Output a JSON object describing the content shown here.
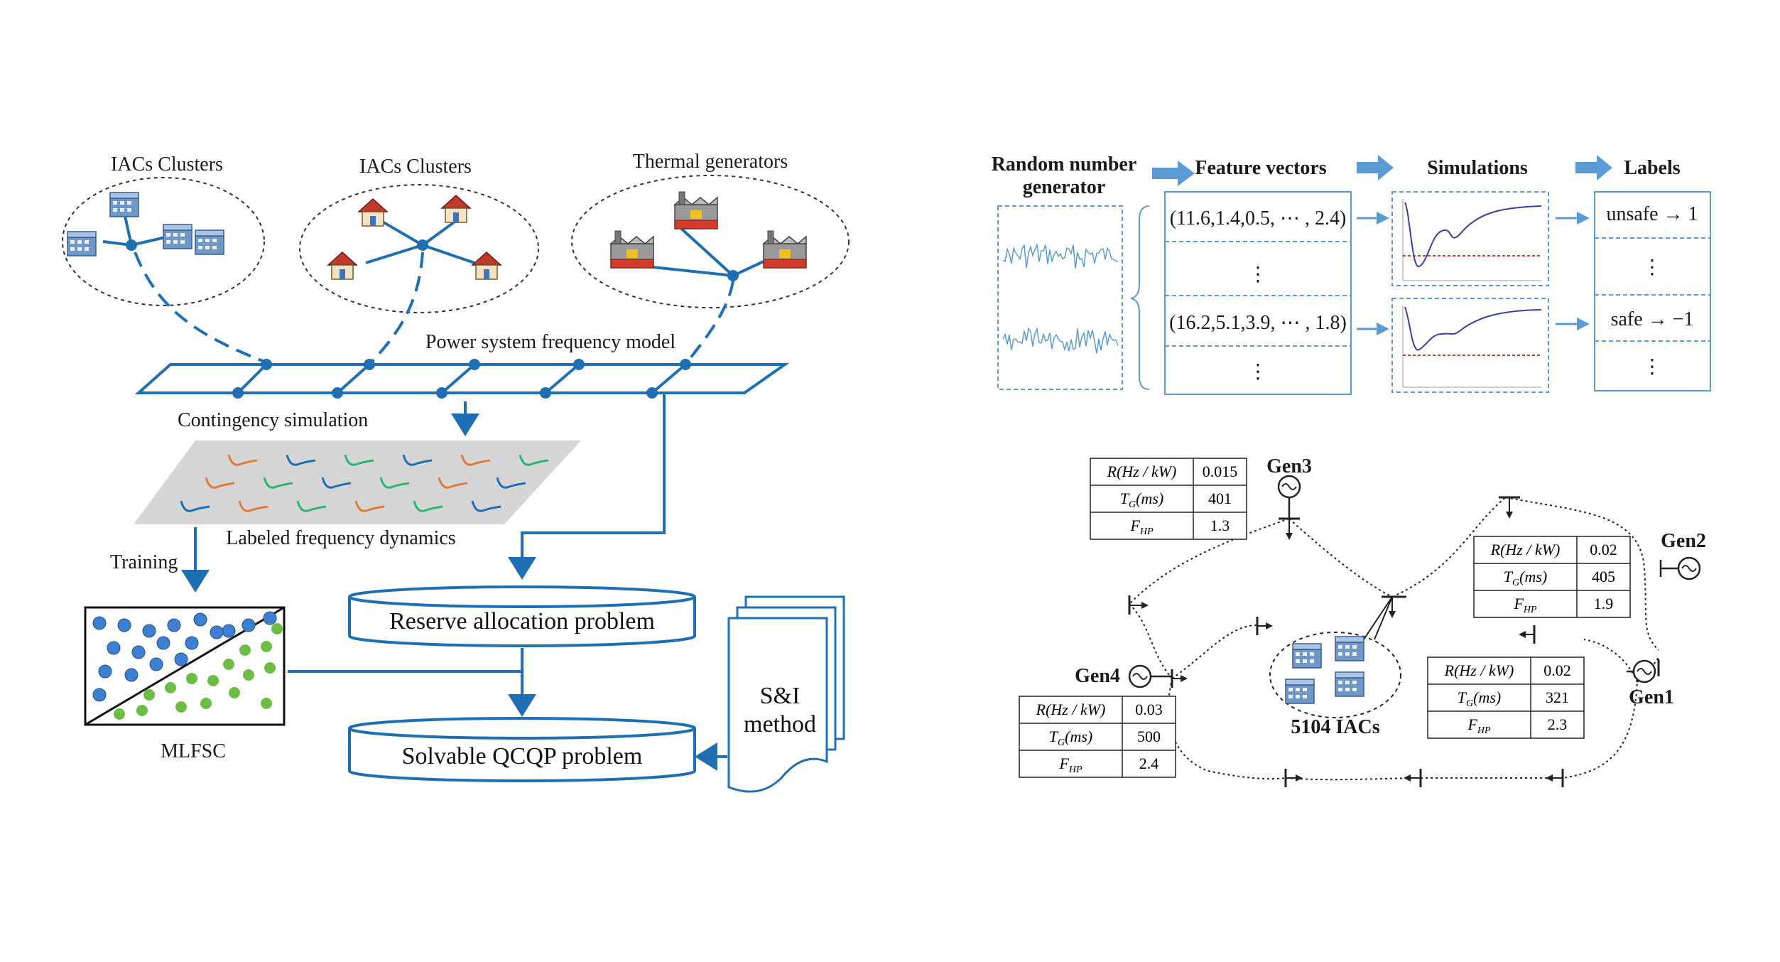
{
  "left": {
    "clusters": [
      {
        "label": "IACs Clusters",
        "icon": "building-icon"
      },
      {
        "label": "IACs Clusters",
        "icon": "house-icon"
      },
      {
        "label": "Thermal generators",
        "icon": "factory-icon"
      }
    ],
    "power_model_label": "Power system frequency model",
    "contingency_label": "Contingency  simulation",
    "labeled_label": "Labeled frequency dynamics",
    "training_label": "Training",
    "mlfsc_label": "MLFSC",
    "reserve_label": "Reserve allocation problem",
    "qcqp_label": "Solvable QCQP problem",
    "si_line1": "S&I",
    "si_line2": "method"
  },
  "top_right": {
    "headers": {
      "random_line1": "Random number",
      "random_line2": "generator",
      "features": "Feature vectors",
      "simulations": "Simulations",
      "labels": "Labels"
    },
    "vectors": [
      "(11.6,1.4,0.5, ⋯ , 2.4)",
      "(16.2,5.1,3.9, ⋯ , 1.8)"
    ],
    "ellipsis": "⋮",
    "label_values": [
      "unsafe → 1",
      "safe → −1"
    ]
  },
  "bottom_right": {
    "table_headers": {
      "R": "R(Hz / kW)",
      "T": "T",
      "T_sub": "G",
      "T_rest": "(ms)",
      "F": "F",
      "F_sub": "HP"
    },
    "generators": [
      {
        "name": "Gen3",
        "R": "0.015",
        "T": "401",
        "F": "1.3"
      },
      {
        "name": "Gen2",
        "R": "0.02",
        "T": "405",
        "F": "1.9"
      },
      {
        "name": "Gen1",
        "R": "0.02",
        "T": "321",
        "F": "2.3"
      },
      {
        "name": "Gen4",
        "R": "0.03",
        "T": "500",
        "F": "2.4"
      }
    ],
    "iacs_label": "5104 IACs"
  },
  "colors": {
    "blue_main": "#1f6fb5",
    "arrow_light": "#5b9bd5",
    "orange": "#e07b39",
    "green": "#2bb673",
    "dot_blue": "#3d7fd0",
    "dot_green": "#6cbd45",
    "plane_gray": "#d6d6d6"
  }
}
